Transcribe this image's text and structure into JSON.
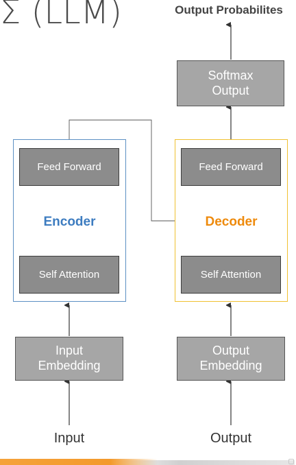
{
  "title_fragment": "Σ (LLM)",
  "labels": {
    "output_probabilities": "Output Probabilites",
    "input": "Input",
    "output": "Output"
  },
  "softmax": {
    "line1": "Softmax",
    "line2": "Output"
  },
  "encoder": {
    "title": "Encoder",
    "feed_forward": "Feed Forward",
    "self_attention": "Self Attention",
    "color": "#3d7cc0",
    "border_color": "#5b8fc3"
  },
  "decoder": {
    "title": "Decoder",
    "feed_forward": "Feed Forward",
    "self_attention": "Self Attention",
    "color": "#ee8a0c",
    "border_color": "#f0c030"
  },
  "input_embedding": {
    "line1": "Input",
    "line2": "Embedding"
  },
  "output_embedding": {
    "line1": "Output",
    "line2": "Embedding"
  },
  "colors": {
    "block_dark": "#8c8c8c",
    "block_light": "#a6a6a6",
    "accent_bar": "#f39a2c"
  }
}
